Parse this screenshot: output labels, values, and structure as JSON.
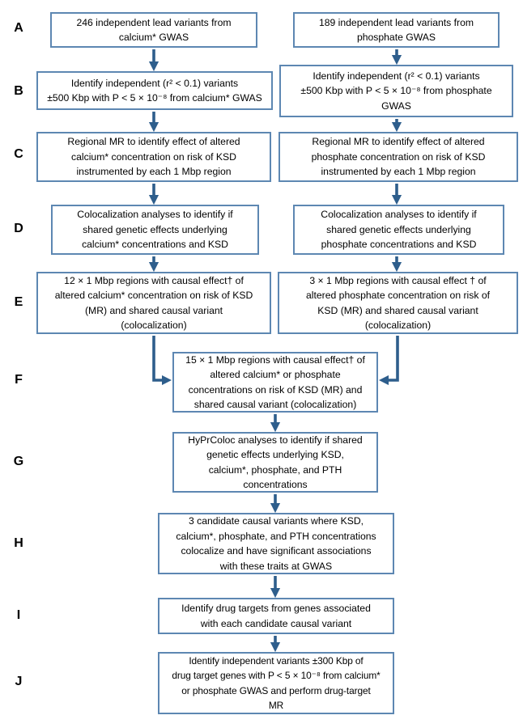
{
  "palette": {
    "box_border": "#5d87b2",
    "box_fill": "#ffffff",
    "arrow": "#2e5e8c",
    "text": "#000000"
  },
  "flowchart": {
    "row_labels": [
      "A",
      "B",
      "C",
      "D",
      "E",
      "F",
      "G",
      "H",
      "I",
      "J"
    ],
    "boxes": {
      "a_left": {
        "lines": [
          "246 independent lead variants from",
          "calcium* GWAS"
        ]
      },
      "a_right": {
        "lines": [
          "189 independent lead variants from",
          "phosphate GWAS"
        ]
      },
      "b_left": {
        "lines": [
          "Identify independent (r² < 0.1) variants",
          "±500 Kbp with P < 5 × 10⁻⁸ from calcium* GWAS"
        ]
      },
      "b_right": {
        "lines": [
          "Identify independent (r² < 0.1) variants",
          "±500 Kbp with P < 5 × 10⁻⁸  from phosphate",
          "GWAS"
        ]
      },
      "c_left": {
        "lines": [
          "Regional MR to identify effect of altered",
          "calcium* concentration on risk of KSD",
          "instrumented by each 1 Mbp region"
        ]
      },
      "c_right": {
        "lines": [
          "Regional MR to identify effect of altered",
          "phosphate concentration on risk of KSD",
          "instrumented by each 1 Mbp region"
        ]
      },
      "d_left": {
        "lines": [
          "Colocalization analyses to identify if",
          "shared genetic effects underlying",
          "calcium* concentrations and KSD"
        ]
      },
      "d_right": {
        "lines": [
          "Colocalization analyses to identify if",
          "shared genetic effects underlying",
          "phosphate concentrations and KSD"
        ]
      },
      "e_left": {
        "lines": [
          "12 × 1 Mbp regions with causal effect† of",
          "altered calcium* concentration on risk of KSD",
          "(MR) and shared causal variant",
          "(colocalization)"
        ]
      },
      "e_right": {
        "lines": [
          "3 × 1 Mbp regions with causal effect † of",
          "altered phosphate concentration on risk of",
          "KSD (MR) and shared causal variant",
          "(colocalization)"
        ]
      },
      "f": {
        "lines": [
          "15 × 1 Mbp regions with causal effect† of",
          "altered calcium* or phosphate",
          "concentrations on risk of KSD (MR) and",
          "shared causal variant (colocalization)"
        ]
      },
      "g": {
        "lines": [
          "HyPrColoc analyses to identify if shared",
          "genetic effects underlying KSD,",
          "calcium*, phosphate, and PTH",
          "concentrations"
        ]
      },
      "h": {
        "lines": [
          "3 candidate causal variants where KSD,",
          "calcium*, phosphate, and PTH concentrations",
          "colocalize and have significant associations",
          "with these traits at GWAS"
        ]
      },
      "i": {
        "lines": [
          "Identify drug targets from genes associated",
          "with each candidate causal variant"
        ]
      },
      "j": {
        "lines": [
          "Identify independent variants ±300 Kbp of",
          "drug target genes with P < 5 × 10⁻⁸ from calcium*",
          "or phosphate GWAS and perform drug-target",
          "MR"
        ]
      }
    },
    "edges": [
      {
        "from": "a_left",
        "to": "b_left"
      },
      {
        "from": "b_left",
        "to": "c_left"
      },
      {
        "from": "c_left",
        "to": "d_left"
      },
      {
        "from": "d_left",
        "to": "e_left"
      },
      {
        "from": "e_left",
        "to": "f"
      },
      {
        "from": "a_right",
        "to": "b_right"
      },
      {
        "from": "b_right",
        "to": "c_right"
      },
      {
        "from": "c_right",
        "to": "d_right"
      },
      {
        "from": "d_right",
        "to": "e_right"
      },
      {
        "from": "e_right",
        "to": "f"
      },
      {
        "from": "f",
        "to": "g"
      },
      {
        "from": "g",
        "to": "h"
      },
      {
        "from": "h",
        "to": "i"
      },
      {
        "from": "i",
        "to": "j"
      }
    ]
  }
}
